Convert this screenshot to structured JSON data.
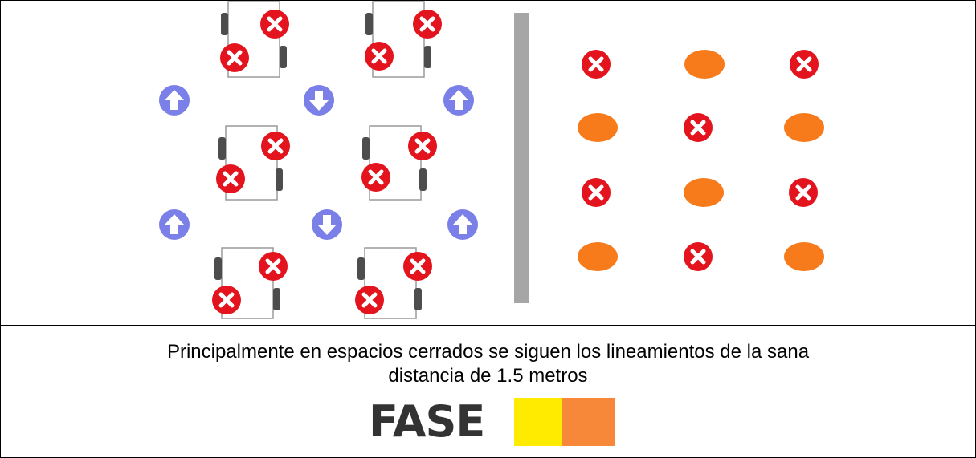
{
  "caption": {
    "line1": "Principalmente en espacios cerrados se siguen los lineamientos de la sana",
    "line2": "distancia de 1.5 metros"
  },
  "logo": {
    "text": "FASE"
  },
  "colors": {
    "blocked": "#e3141d",
    "free_seat": "#f77b1a",
    "flow_arrow": "#7b7fe8",
    "divider": "#a6a6a6",
    "logo_yellow": "#ffeb00",
    "logo_orange": "#f7883a"
  },
  "icons": {
    "blocked": "blocked-seat-x-icon",
    "free": "available-seat-icon",
    "up": "arrow-up-icon",
    "down": "arrow-down-icon"
  },
  "left_area": {
    "tables": 6,
    "arrows": [
      "up",
      "down",
      "up",
      "up",
      "down",
      "up"
    ]
  },
  "right_area": {
    "grid": [
      [
        "blocked",
        "free",
        "blocked"
      ],
      [
        "free",
        "blocked",
        "free"
      ],
      [
        "blocked",
        "free",
        "blocked"
      ],
      [
        "free",
        "blocked",
        "free"
      ]
    ]
  }
}
